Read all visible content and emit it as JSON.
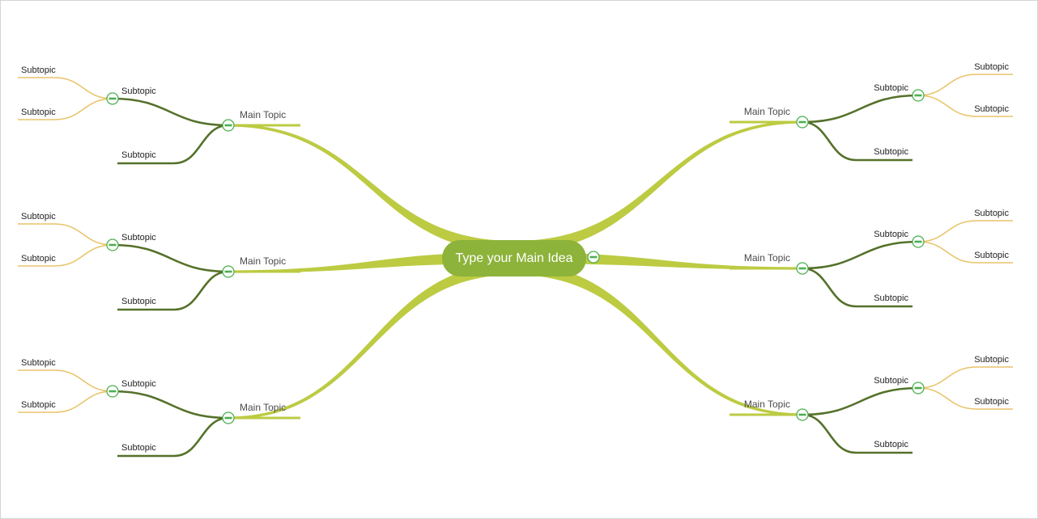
{
  "colors": {
    "central": "#8db33a",
    "main_branch": "#bccb42",
    "sub_branch": "#55712a",
    "leaf_branch": "#e8c46a",
    "toggle": "#4caf50"
  },
  "icons": {
    "collapse": "minus-circle-icon"
  },
  "central": {
    "label": "Type your Main Idea"
  },
  "branches": [
    {
      "side": "left",
      "label": "Main Topic",
      "subtopics": [
        {
          "label": "Subtopic",
          "children": [
            "Subtopic",
            "Subtopic"
          ]
        },
        {
          "label": "Subtopic",
          "children": []
        }
      ]
    },
    {
      "side": "left",
      "label": "Main Topic",
      "subtopics": [
        {
          "label": "Subtopic",
          "children": [
            "Subtopic",
            "Subtopic"
          ]
        },
        {
          "label": "Subtopic",
          "children": []
        }
      ]
    },
    {
      "side": "left",
      "label": "Main Topic",
      "subtopics": [
        {
          "label": "Subtopic",
          "children": [
            "Subtopic",
            "Subtopic"
          ]
        },
        {
          "label": "Subtopic",
          "children": []
        }
      ]
    },
    {
      "side": "right",
      "label": "Main Topic",
      "subtopics": [
        {
          "label": "Subtopic",
          "children": [
            "Subtopic",
            "Subtopic"
          ]
        },
        {
          "label": "Subtopic",
          "children": []
        }
      ]
    },
    {
      "side": "right",
      "label": "Main Topic",
      "subtopics": [
        {
          "label": "Subtopic",
          "children": [
            "Subtopic",
            "Subtopic"
          ]
        },
        {
          "label": "Subtopic",
          "children": []
        }
      ]
    },
    {
      "side": "right",
      "label": "Main Topic",
      "subtopics": [
        {
          "label": "Subtopic",
          "children": [
            "Subtopic",
            "Subtopic"
          ]
        },
        {
          "label": "Subtopic",
          "children": []
        }
      ]
    }
  ]
}
